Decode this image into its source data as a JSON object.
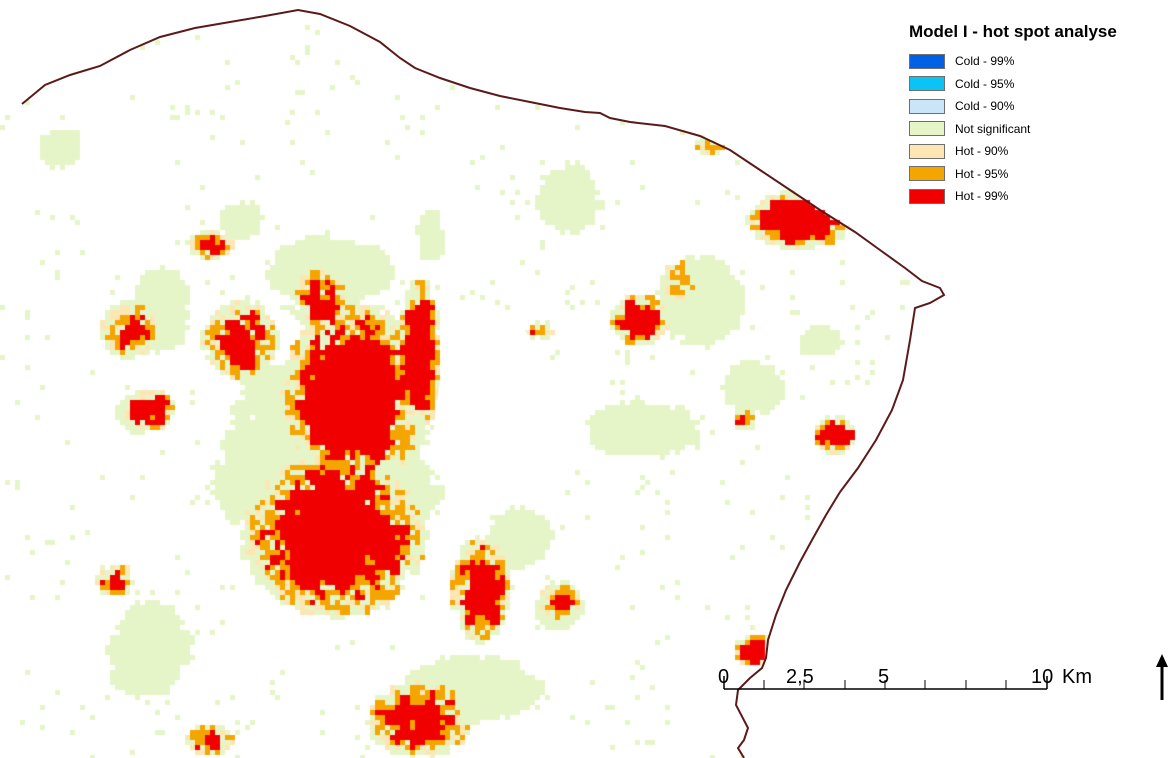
{
  "legend": {
    "title": "Model I - hot spot analyse",
    "items": [
      {
        "label": "Cold - 99%",
        "color": "#0060e6"
      },
      {
        "label": "Cold - 95%",
        "color": "#0ac4f5"
      },
      {
        "label": "Cold - 90%",
        "color": "#c8e6f8"
      },
      {
        "label": "Not significant",
        "color": "#e6f5c8"
      },
      {
        "label": "Hot - 90%",
        "color": "#fde6b4"
      },
      {
        "label": "Hot - 95%",
        "color": "#f5a500"
      },
      {
        "label": "Hot - 99%",
        "color": "#f00000"
      }
    ]
  },
  "scale_bar": {
    "ticks": [
      "0",
      "2,5",
      "5",
      "10"
    ],
    "unit": "Km"
  },
  "colors": {
    "coastline": "#5b1a1a",
    "background": "#ffffff"
  },
  "icons": {
    "north_arrow": "north-arrow-icon"
  }
}
